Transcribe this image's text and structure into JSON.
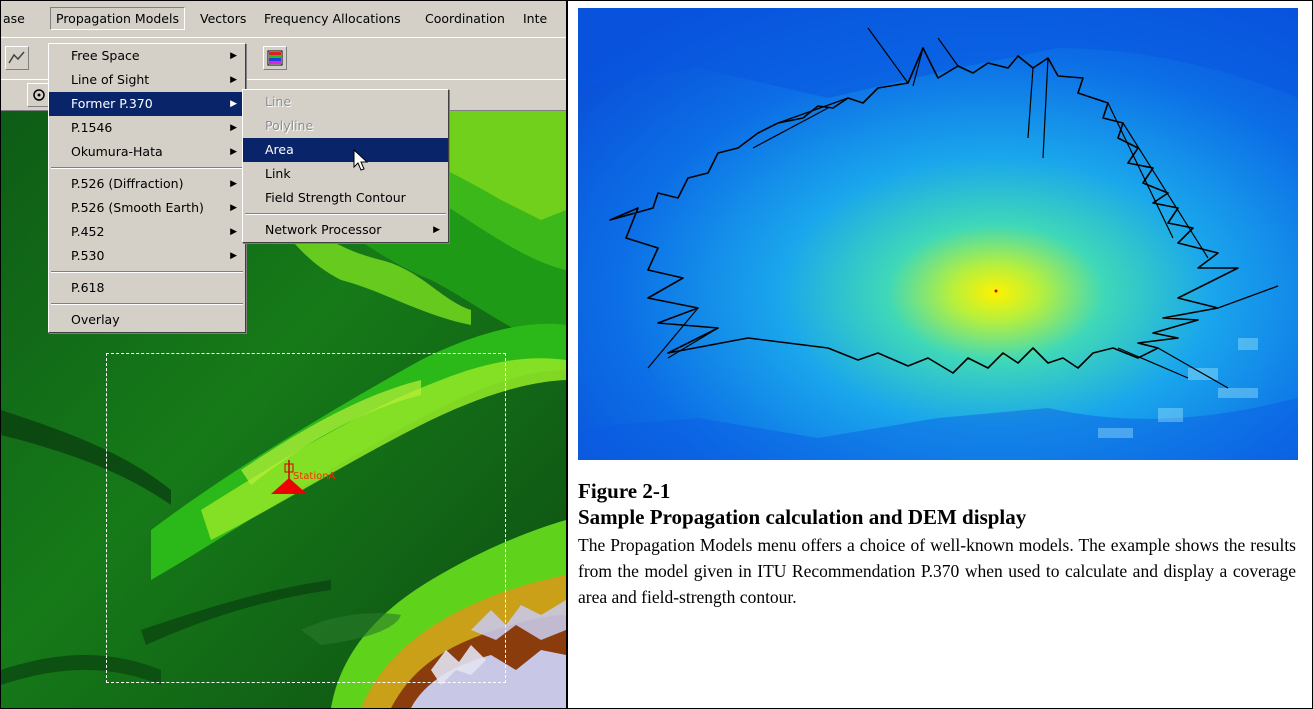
{
  "menubar": {
    "items": [
      {
        "label": "ase"
      },
      {
        "label": "Propagation Models"
      },
      {
        "label": "Vectors"
      },
      {
        "label": "Frequency Allocations"
      },
      {
        "label": "Coordination"
      },
      {
        "label": "Inte"
      }
    ]
  },
  "menu": {
    "items": [
      {
        "label": "Free Space"
      },
      {
        "label": "Line of Sight"
      },
      {
        "label": "Former P.370"
      },
      {
        "label": "P.1546"
      },
      {
        "label": "Okumura-Hata"
      },
      {
        "label": "P.526 (Diffraction)"
      },
      {
        "label": "P.526 (Smooth Earth)"
      },
      {
        "label": "P.452"
      },
      {
        "label": "P.530"
      },
      {
        "label": "P.618"
      },
      {
        "label": "Overlay"
      }
    ]
  },
  "submenu": {
    "items": [
      {
        "label": "Line"
      },
      {
        "label": "Polyline"
      },
      {
        "label": "Area"
      },
      {
        "label": "Link"
      },
      {
        "label": "Field Strength Contour"
      },
      {
        "label": "Network Processor"
      }
    ]
  },
  "map": {
    "station_label": "StationA"
  },
  "caption": {
    "figure_number": "Figure 2-1",
    "title": "Sample Propagation calculation and DEM display",
    "description": "The Propagation Models menu offers a choice of well-known models. The example shows the results from the model given in ITU Recommendation P.370 when used to calculate and display a coverage area and field-strength contour."
  },
  "colors": {
    "menu_bg": "#d4d0c8",
    "menu_highlight": "#0a246a",
    "terrain_low": "#0a4a12",
    "terrain_mid": "#28c410",
    "terrain_high": "#c9a018",
    "snow": "#c8c8e6",
    "coverage_low": "#0a5ae0",
    "coverage_high": "#ffee00"
  }
}
